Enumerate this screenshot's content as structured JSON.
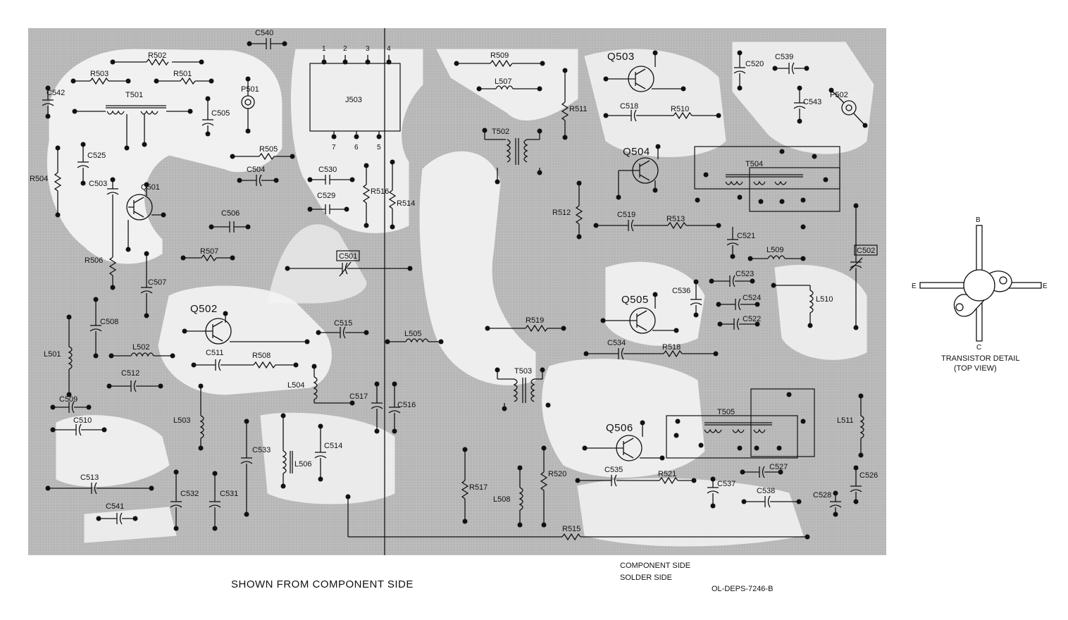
{
  "caption": {
    "view": "SHOWN FROM COMPONENT SIDE",
    "component_side": "COMPONENT SIDE",
    "solder_side": "SOLDER SIDE",
    "drawing_number": "OL-DEPS-7246-B"
  },
  "transistor_detail": {
    "title": "TRANSISTOR DETAIL",
    "subtitle": "(TOP VIEW)",
    "pin_b": "B",
    "pin_c": "C",
    "pin_e_left": "E",
    "pin_e_right": "E"
  },
  "connector": {
    "name": "J503",
    "pins_top": [
      "1",
      "2",
      "3",
      "4"
    ],
    "pins_bottom": [
      "7",
      "6",
      "5"
    ]
  },
  "components": [
    {
      "id": "R502"
    },
    {
      "id": "R503"
    },
    {
      "id": "R501"
    },
    {
      "id": "C540"
    },
    {
      "id": "P501"
    },
    {
      "id": "C542"
    },
    {
      "id": "T501"
    },
    {
      "id": "C505"
    },
    {
      "id": "C525"
    },
    {
      "id": "R504"
    },
    {
      "id": "C503"
    },
    {
      "id": "Q501"
    },
    {
      "id": "R505"
    },
    {
      "id": "C504"
    },
    {
      "id": "C530"
    },
    {
      "id": "C529"
    },
    {
      "id": "R516"
    },
    {
      "id": "R514"
    },
    {
      "id": "C506"
    },
    {
      "id": "R507"
    },
    {
      "id": "R506"
    },
    {
      "id": "C501"
    },
    {
      "id": "C507"
    },
    {
      "id": "C508"
    },
    {
      "id": "Q502"
    },
    {
      "id": "C515"
    },
    {
      "id": "L505"
    },
    {
      "id": "L501"
    },
    {
      "id": "L502"
    },
    {
      "id": "C511"
    },
    {
      "id": "R508"
    },
    {
      "id": "C512"
    },
    {
      "id": "L504"
    },
    {
      "id": "C517"
    },
    {
      "id": "C516"
    },
    {
      "id": "C509"
    },
    {
      "id": "C510"
    },
    {
      "id": "L503"
    },
    {
      "id": "C533"
    },
    {
      "id": "L506"
    },
    {
      "id": "C514"
    },
    {
      "id": "C513"
    },
    {
      "id": "C532"
    },
    {
      "id": "C531"
    },
    {
      "id": "C541"
    },
    {
      "id": "R509"
    },
    {
      "id": "L507"
    },
    {
      "id": "Q503"
    },
    {
      "id": "R511"
    },
    {
      "id": "C518"
    },
    {
      "id": "R510"
    },
    {
      "id": "C520"
    },
    {
      "id": "C539"
    },
    {
      "id": "C543"
    },
    {
      "id": "P502"
    },
    {
      "id": "T502"
    },
    {
      "id": "Q504"
    },
    {
      "id": "T504"
    },
    {
      "id": "R512"
    },
    {
      "id": "C519"
    },
    {
      "id": "R513"
    },
    {
      "id": "C521"
    },
    {
      "id": "L509"
    },
    {
      "id": "C502"
    },
    {
      "id": "C523"
    },
    {
      "id": "C536"
    },
    {
      "id": "C524"
    },
    {
      "id": "L510"
    },
    {
      "id": "Q505"
    },
    {
      "id": "C522"
    },
    {
      "id": "R519"
    },
    {
      "id": "C534"
    },
    {
      "id": "R518"
    },
    {
      "id": "T503"
    },
    {
      "id": "T505"
    },
    {
      "id": "L511"
    },
    {
      "id": "Q506"
    },
    {
      "id": "R517"
    },
    {
      "id": "R520"
    },
    {
      "id": "C535"
    },
    {
      "id": "R521"
    },
    {
      "id": "C527"
    },
    {
      "id": "C537"
    },
    {
      "id": "C538"
    },
    {
      "id": "C528"
    },
    {
      "id": "C526"
    },
    {
      "id": "L508"
    },
    {
      "id": "R515"
    }
  ],
  "colors": {
    "board": "#b9b9b9",
    "trace": "#f4f4f4",
    "ink": "#111111"
  }
}
